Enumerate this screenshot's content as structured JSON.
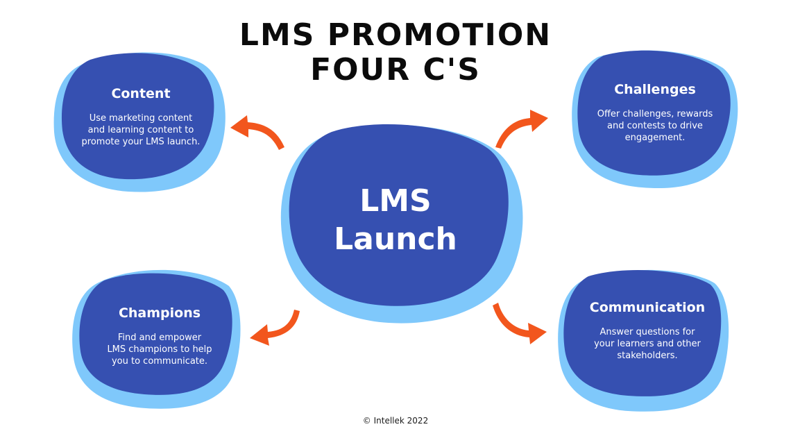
{
  "title": {
    "line1": "LMS PROMOTION",
    "line2": "FOUR C'S"
  },
  "center": {
    "line1": "LMS",
    "line2": "Launch"
  },
  "cards": {
    "content": {
      "heading": "Content",
      "line1": "Use marketing content",
      "line2": "and learning content to",
      "line3": "promote your LMS launch."
    },
    "challenges": {
      "heading": "Challenges",
      "line1": "Offer challenges, rewards",
      "line2": "and contests to drive",
      "line3": "engagement."
    },
    "champions": {
      "heading": "Champions",
      "line1": "Find and empower",
      "line2": "LMS champions to help",
      "line3": "you to communicate."
    },
    "communication": {
      "heading": "Communication",
      "line1": "Answer questions for",
      "line2": "your learners and other",
      "line3": "stakeholders."
    }
  },
  "colors": {
    "blob_dark": "#3650b1",
    "blob_light": "#7fc8fb",
    "arrow": "#f2561d",
    "title_text": "#0b0b0b"
  },
  "footer": "© Intellek 2022"
}
